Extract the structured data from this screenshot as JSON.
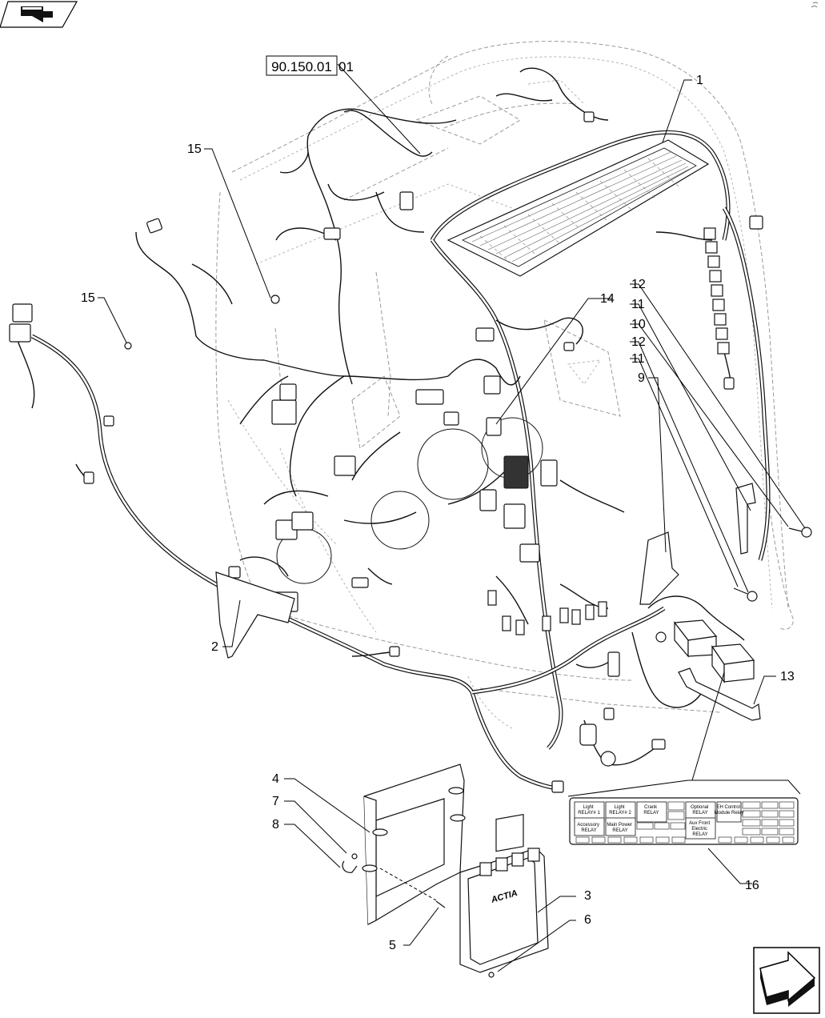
{
  "reference_box": {
    "code": "90.150.01",
    "suffix": "01"
  },
  "callouts": [
    {
      "id": "c1",
      "label": "1"
    },
    {
      "id": "c2",
      "label": "2"
    },
    {
      "id": "c3",
      "label": "3"
    },
    {
      "id": "c4",
      "label": "4"
    },
    {
      "id": "c5",
      "label": "5"
    },
    {
      "id": "c6",
      "label": "6"
    },
    {
      "id": "c7",
      "label": "7"
    },
    {
      "id": "c8",
      "label": "8"
    },
    {
      "id": "c9",
      "label": "9"
    },
    {
      "id": "c10",
      "label": "10"
    },
    {
      "id": "c11a",
      "label": "11"
    },
    {
      "id": "c11b",
      "label": "11"
    },
    {
      "id": "c12a",
      "label": "12"
    },
    {
      "id": "c12b",
      "label": "12"
    },
    {
      "id": "c13",
      "label": "13"
    },
    {
      "id": "c14",
      "label": "14"
    },
    {
      "id": "c15a",
      "label": "15"
    },
    {
      "id": "c15b",
      "label": "15"
    },
    {
      "id": "c16",
      "label": "16"
    }
  ],
  "relay_panel": {
    "large_labels": [
      [
        "Light",
        "RELAY# 1"
      ],
      [
        "Light",
        "RELAY# 2"
      ],
      [
        "Crank",
        "RELAY"
      ],
      [
        "Optional",
        "RELAY"
      ],
      [
        "EH Control",
        "Module Relay"
      ],
      [
        "Accessory",
        "RELAY"
      ],
      [
        "Main Power",
        "RELAY"
      ],
      [
        "Aux Front",
        "Electric",
        "RELAY"
      ]
    ]
  },
  "ecu_brand": "ACTIA",
  "icons": {
    "top_left": "book-arrow-icon",
    "bottom_right": "next-page-arrow-icon"
  }
}
